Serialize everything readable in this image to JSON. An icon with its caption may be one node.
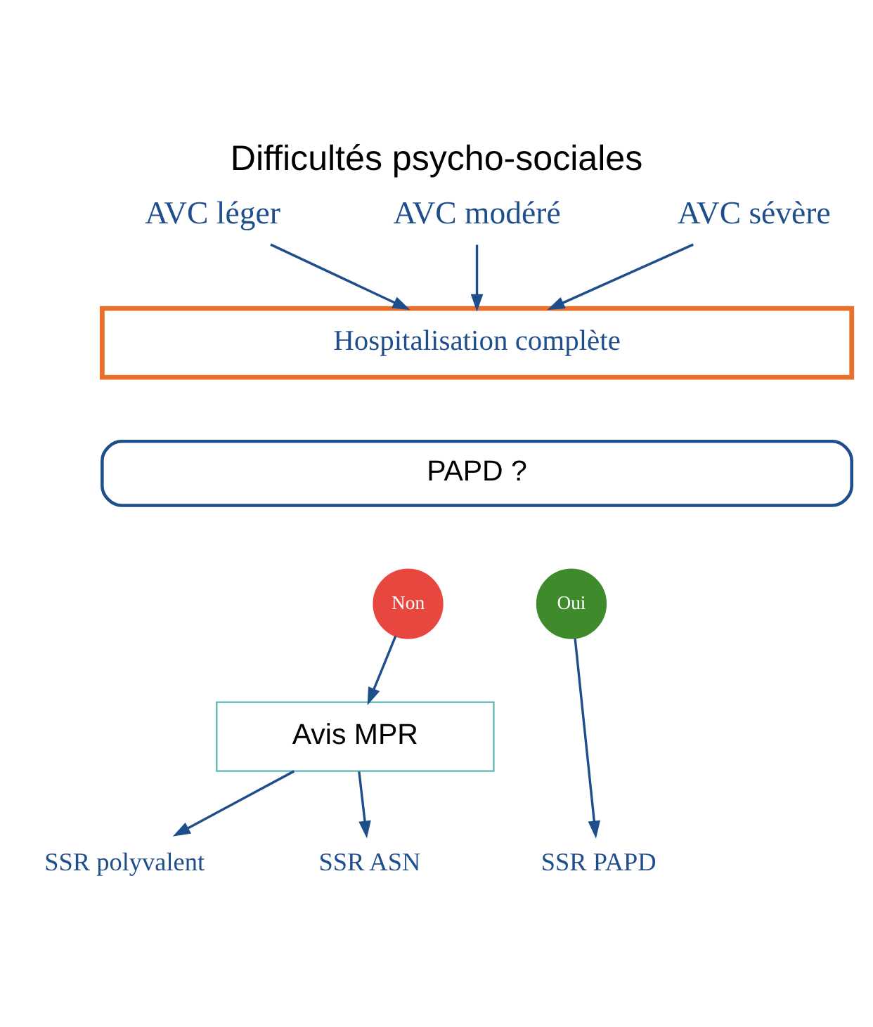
{
  "diagram": {
    "title": "Difficultés psycho-sociales",
    "nodes": [
      {
        "text": [
          "AVC léger"
        ]
      },
      {
        "text": [
          "AVC modéré"
        ]
      },
      {
        "text": [
          "AVC sévère"
        ]
      },
      {
        "text": [
          "Hospitalisation complète"
        ]
      },
      {
        "text": [
          "PAPD ?"
        ]
      },
      {
        "text": [
          "Non"
        ]
      },
      {
        "text": [
          "Oui"
        ]
      },
      {
        "text": [
          "Avis MPR"
        ]
      },
      {
        "text": [
          "SSR polyvalent"
        ]
      },
      {
        "text": [
          "SSR ASN"
        ]
      },
      {
        "text": [
          "SSR PAPD"
        ]
      }
    ],
    "edges": [
      {
        "from": 0,
        "to": 3,
        "arrow": "to"
      },
      {
        "from": 1,
        "to": 3,
        "arrow": "to"
      },
      {
        "from": 2,
        "to": 3,
        "arrow": "to"
      },
      {
        "from": 5,
        "to": 7,
        "arrow": "to"
      },
      {
        "from": 6,
        "to": 10,
        "arrow": "to"
      },
      {
        "from": 7,
        "to": 8,
        "arrow": "to"
      },
      {
        "from": 7,
        "to": 9,
        "arrow": "to"
      }
    ]
  }
}
